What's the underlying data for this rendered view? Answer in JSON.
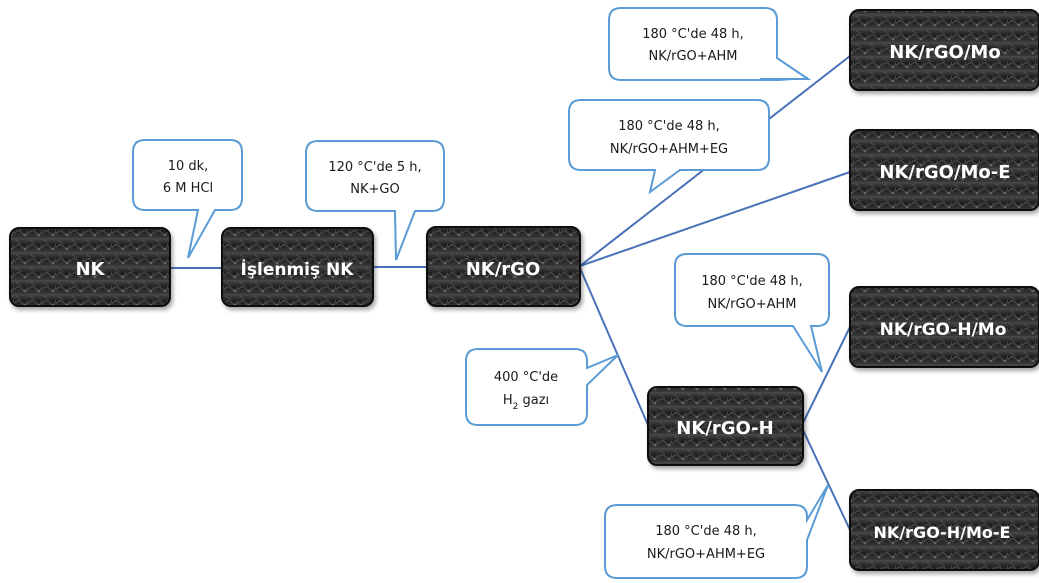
{
  "nodes": {
    "nk": "NK",
    "islenmis_nk": "İşlenmiş NK",
    "nk_rgo": "NK/rGO",
    "nk_rgo_mo": "NK/rGO/Mo",
    "nk_rgo_mo_e": "NK/rGO/Mo-E",
    "nk_rgo_h": "NK/rGO-H",
    "nk_rgo_h_mo": "NK/rGO-H/Mo",
    "nk_rgo_h_mo_e": "NK/rGO-H/Mo-E"
  },
  "callouts": {
    "hcl": {
      "line1": "10 dk,",
      "line2": "6 M HCl"
    },
    "go": {
      "line1": "120 °C'de 5 h,",
      "line2": "NK+GO"
    },
    "mo": {
      "line1": "180 °C'de 48 h,",
      "line2": "NK/rGO+AHM"
    },
    "mo_e": {
      "line1": "180 °C'de 48 h,",
      "line2": "NK/rGO+AHM+EG"
    },
    "h2": {
      "line1": "400 °C'de",
      "line2": "H",
      "line2_sub": "2",
      "line2_rest": " gazı"
    },
    "h_mo": {
      "line1": "180 °C'de 48 h,",
      "line2": "NK/rGO+AHM"
    },
    "h_mo_e": {
      "line1": "180 °C'de 48 h,",
      "line2": "NK/rGO+AHM+EG"
    }
  },
  "colors": {
    "connector": "#4a72b8",
    "callout_border": "#5b9bd5",
    "node_fill": "#1c1c1c"
  }
}
